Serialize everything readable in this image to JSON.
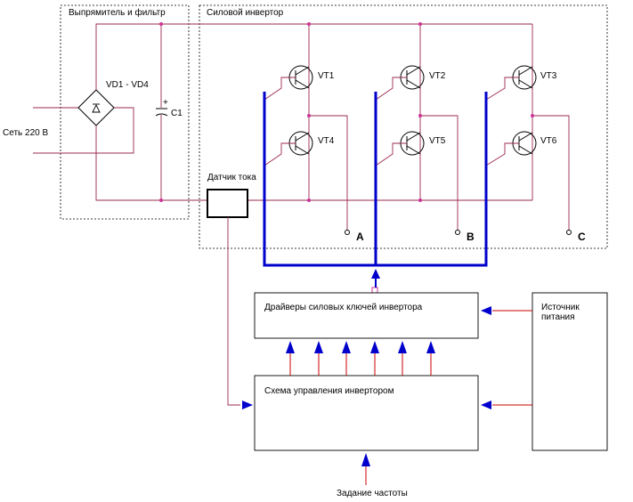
{
  "blocks": {
    "rectifier_title": "Выпрямитель и фильтр",
    "inverter_title": "Силовой инвертор",
    "mains_label": "Сеть 220 В",
    "bridge_label": "VD1 - VD4",
    "capacitor_label": "C1",
    "capacitor_polarity": "+",
    "current_sensor_label": "Датчик тока",
    "drivers_label": "Драйверы силовых ключей инвертора",
    "control_label": "Схема управления инвертором",
    "power_supply_label_line1": "Источник",
    "power_supply_label_line2": "питания",
    "frequency_label": "Задание частоты"
  },
  "transistors": [
    {
      "label": "VT1"
    },
    {
      "label": "VT2"
    },
    {
      "label": "VT3"
    },
    {
      "label": "VT4"
    },
    {
      "label": "VT5"
    },
    {
      "label": "VT6"
    }
  ],
  "outputs": [
    {
      "label": "A"
    },
    {
      "label": "B"
    },
    {
      "label": "C"
    }
  ],
  "colors": {
    "wire": "#9b2a4b",
    "bus": "#0000cc",
    "signal": "#cc0000"
  }
}
